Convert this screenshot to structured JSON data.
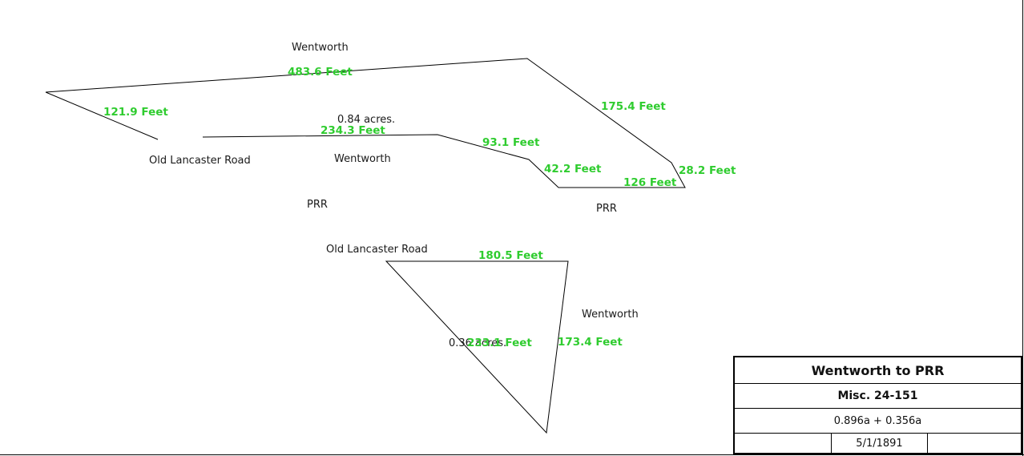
{
  "parcels": [
    {
      "area_label": "0.84 acres.",
      "sides": [
        "483.6 Feet",
        "175.4 Feet",
        "28.2 Feet",
        "126 Feet",
        "42.2 Feet",
        "93.1 Feet",
        "234.3 Feet",
        "121.9 Feet"
      ]
    },
    {
      "area_label": "0.36 acres.",
      "sides": [
        "180.5 Feet",
        "173.4 Feet",
        "233.1 Feet"
      ]
    }
  ],
  "adjoiners": {
    "north_top": "Wentworth",
    "inner_road_left": "Old Lancaster Road",
    "inner_wentworth": "Wentworth",
    "prr_left": "PRR",
    "prr_right": "PRR",
    "lower_road": "Old Lancaster Road",
    "lower_wentworth": "Wentworth"
  },
  "title_block": {
    "title": "Wentworth to PRR",
    "reference": "Misc. 24-151",
    "area": "0.896a + 0.356a",
    "date_left": "",
    "date": "5/1/1891",
    "date_right": ""
  },
  "colors": {
    "dimension_text": "#2fcc2f",
    "lines": "#000000",
    "label_text": "#1a1a1a"
  }
}
